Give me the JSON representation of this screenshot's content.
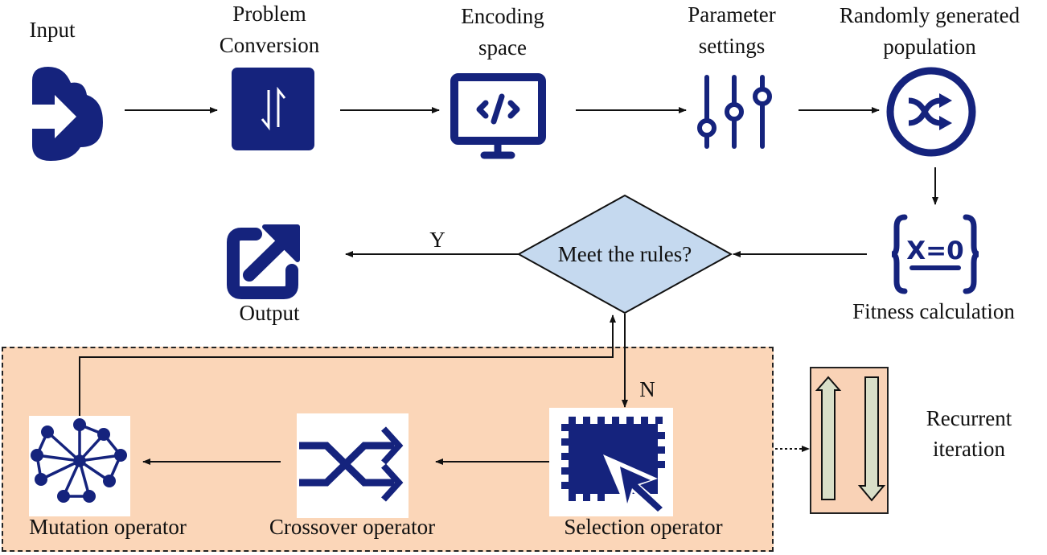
{
  "diagram": {
    "colors": {
      "icon": "#15237d",
      "loop_fill": "#fbd6b8",
      "decision_fill": "#c5d9ef",
      "recur_arrow_fill": "#d9dfc8"
    },
    "steps": {
      "input": {
        "label": "Input",
        "icon": "cloud-upload-icon"
      },
      "problem_conversion": {
        "label_line1": "Problem",
        "label_line2": "Conversion",
        "icon": "sort-arrows-icon"
      },
      "encoding_space": {
        "label_line1": "Encoding",
        "label_line2": "space",
        "icon": "code-monitor-icon"
      },
      "parameter_settings": {
        "label_line1": "Parameter",
        "label_line2": "settings",
        "icon": "sliders-icon"
      },
      "random_population": {
        "label_line1": "Randomly generated",
        "label_line2": "population",
        "icon": "shuffle-circle-icon"
      },
      "fitness": {
        "label": "Fitness calculation",
        "icon": "equation-icon",
        "icon_text": "X=0"
      },
      "decision": {
        "label": "Meet the rules?",
        "yes": "Y",
        "no": "N"
      },
      "output": {
        "label": "Output",
        "icon": "external-link-icon"
      },
      "selection": {
        "label": "Selection operator",
        "icon": "select-cursor-icon"
      },
      "crossover": {
        "label": "Crossover operator",
        "icon": "crossover-icon"
      },
      "mutation": {
        "label": "Mutation operator",
        "icon": "network-icon"
      }
    },
    "legend": {
      "label_line1": "Recurrent",
      "label_line2": "iteration"
    }
  }
}
